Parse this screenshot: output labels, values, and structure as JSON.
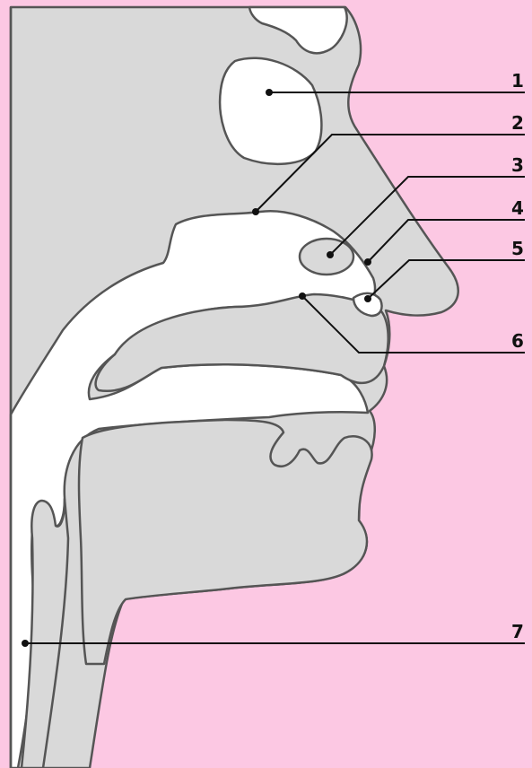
{
  "diagram": {
    "labels": [
      {
        "id": "1",
        "text": "1"
      },
      {
        "id": "2",
        "text": "2"
      },
      {
        "id": "3",
        "text": "3"
      },
      {
        "id": "4",
        "text": "4"
      },
      {
        "id": "5",
        "text": "5"
      },
      {
        "id": "6",
        "text": "6"
      },
      {
        "id": "7",
        "text": "7"
      }
    ],
    "colors": {
      "background": "#fcc8e3",
      "tissue": "#d9d9d9",
      "cavity": "#ffffff",
      "outline": "#555555",
      "leader": "#111111"
    }
  }
}
